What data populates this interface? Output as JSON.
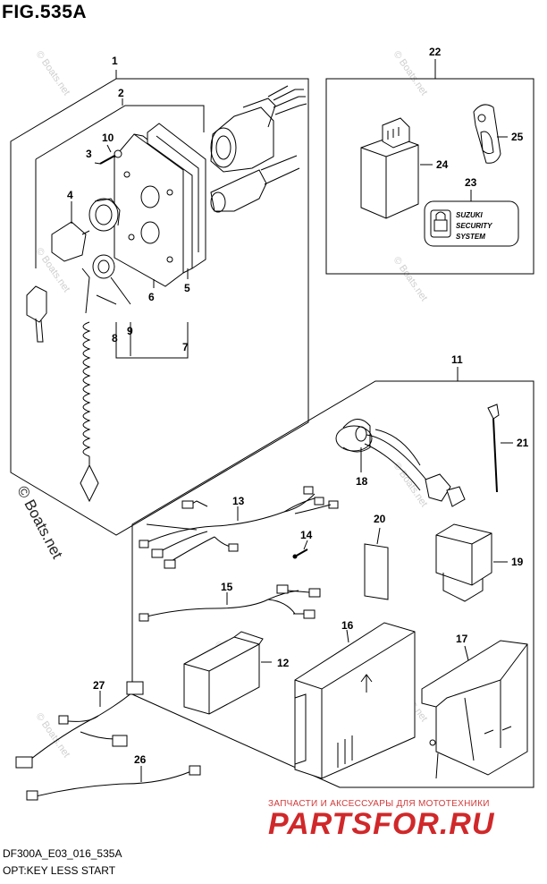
{
  "figure": {
    "title": "FIG.535A",
    "code": "DF300A_E03_016_535A",
    "caption": "OPT:KEY LESS START"
  },
  "watermarks": {
    "corner": "© Boats.net",
    "tile": "© Boats.net",
    "sub": "ЗАПЧАСТИ И АКСЕССУАРЫ ДЛЯ МОТОТЕХНИКИ",
    "brand": "PARTSFOR.RU"
  },
  "security_badge": {
    "line1": "SUZUKI",
    "line2": "SECURITY",
    "line3": "SYSTEM"
  },
  "callouts": [
    "1",
    "2",
    "3",
    "4",
    "5",
    "6",
    "7",
    "8",
    "9",
    "10",
    "11",
    "12",
    "13",
    "14",
    "15",
    "16",
    "17",
    "18",
    "19",
    "20",
    "21",
    "22",
    "23",
    "24",
    "25",
    "26",
    "27"
  ],
  "colors": {
    "line": "#000000",
    "brand_red": "#d0282a",
    "watermark_grey": "#cfcfcf"
  }
}
